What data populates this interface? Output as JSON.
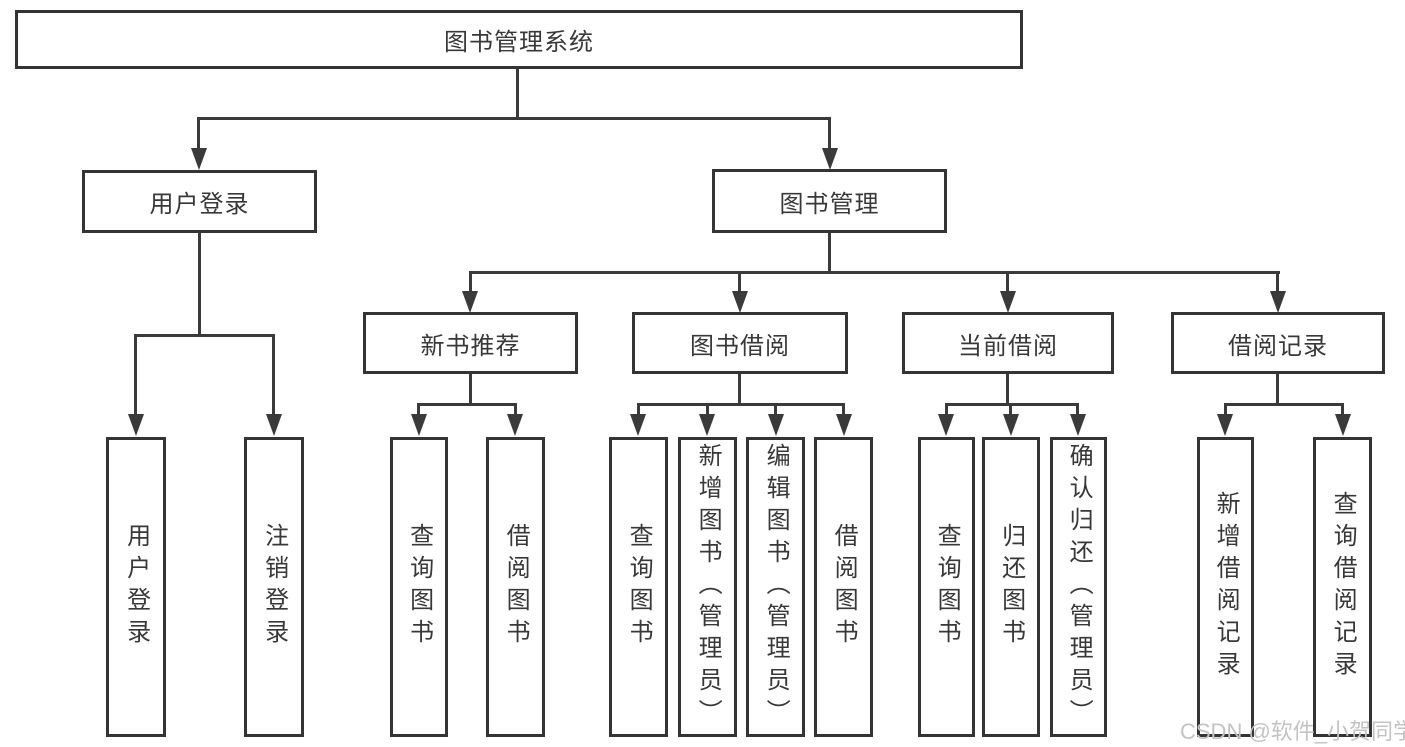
{
  "diagram": {
    "root": {
      "label": "图书管理系统"
    },
    "user": {
      "label": "用户登录",
      "children": [
        {
          "label": "用户登录"
        },
        {
          "label": "注销登录"
        }
      ]
    },
    "mgmt": {
      "label": "图书管理",
      "groups": [
        {
          "label": "新书推荐",
          "children": [
            {
              "label": "查询图书"
            },
            {
              "label": "借阅图书"
            }
          ]
        },
        {
          "label": "图书借阅",
          "children": [
            {
              "label": "查询图书"
            },
            {
              "label": "新增图书（管理员）"
            },
            {
              "label": "编辑图书（管理员）"
            },
            {
              "label": "借阅图书"
            }
          ]
        },
        {
          "label": "当前借阅",
          "children": [
            {
              "label": "查询图书"
            },
            {
              "label": "归还图书"
            },
            {
              "label": "确认归还（管理员）"
            }
          ]
        },
        {
          "label": "借阅记录",
          "children": [
            {
              "label": "新增借阅记录"
            },
            {
              "label": "查询借阅记录"
            }
          ]
        }
      ]
    }
  },
  "watermark": {
    "text": "CSDN @软件_小贺同学",
    "color": "#c3c3c3"
  },
  "colors": {
    "background": "#ffffff",
    "box_border": "#343434",
    "line": "#3a3a3a",
    "text": "#383838"
  }
}
